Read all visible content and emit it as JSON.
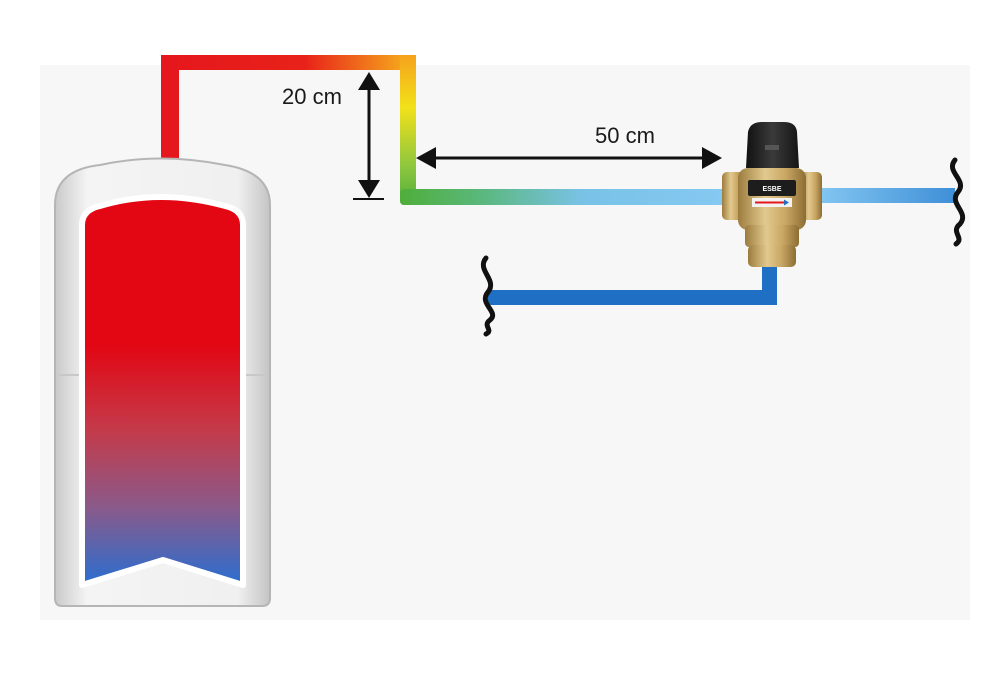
{
  "dimensions": {
    "vertical": "20 cm",
    "horizontal": "50 cm"
  },
  "valve": {
    "brand": "ESBE"
  },
  "colors": {
    "hot": "#e8161b",
    "warm": "#f5a623",
    "mid": "#f2e01a",
    "green": "#58b030",
    "cool": "#7cc4f0",
    "cold": "#1f6fc4",
    "tank_shell": "#dedede",
    "brass": "#c9a664",
    "valve_cap": "#2a2a2a"
  }
}
